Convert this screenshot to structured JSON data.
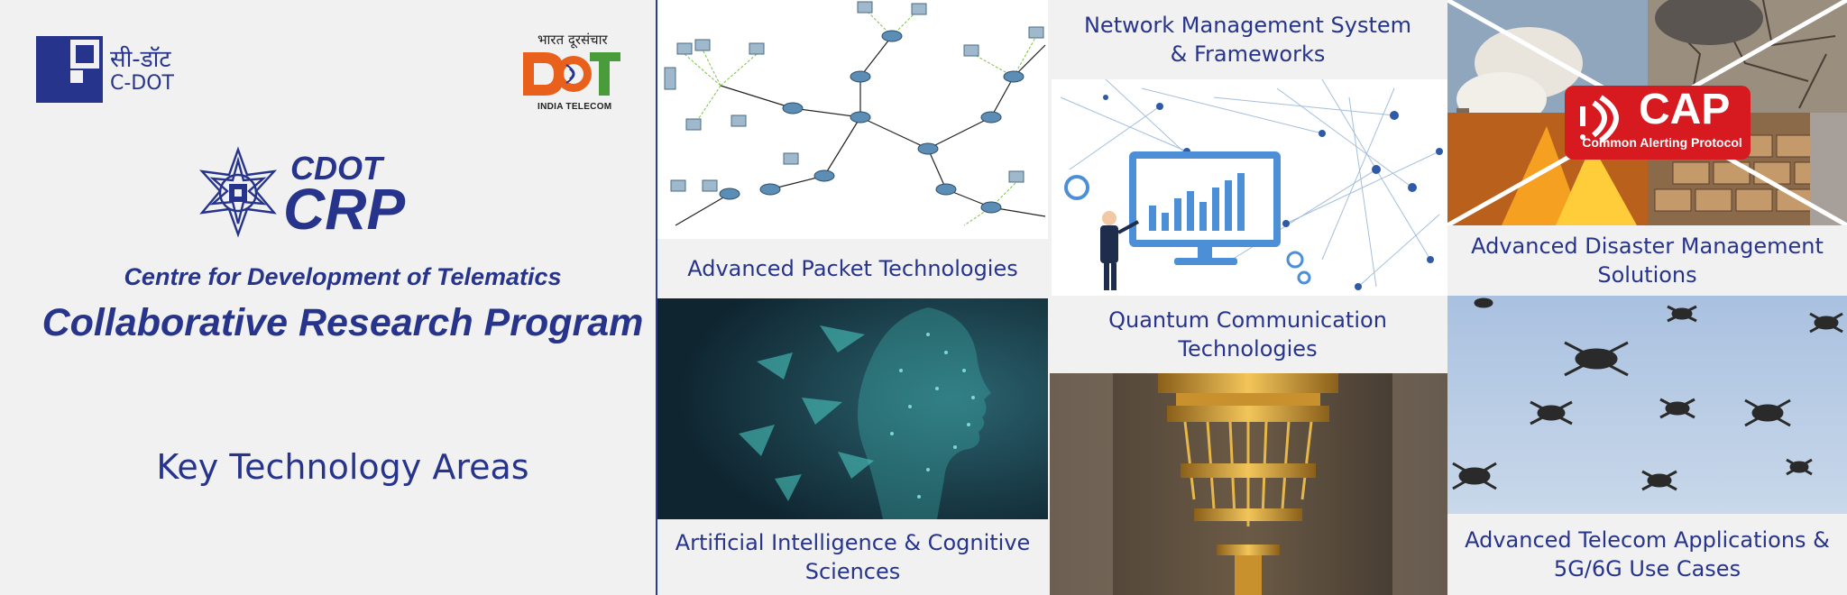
{
  "left": {
    "cdot_hindi": "सी-डॉट",
    "cdot_en": "C-DOT",
    "dot_hindi": "भारत दूरसंचार",
    "dot_india": "INDIA TELECOM",
    "crp_cdot": "CDOT",
    "crp_crp": "CRP",
    "centre_line": "Centre for Development of Telematics",
    "program_line": "Collaborative Research Program",
    "key_areas": "Key Technology Areas"
  },
  "tiles": {
    "packet": "Advanced Packet Technologies",
    "ai_line1": "Artificial Intelligence & Cognitive",
    "ai_line2": "Sciences",
    "nms_line1": "Network Management System",
    "nms_line2": "& Frameworks",
    "quantum_line1": "Quantum Communication",
    "quantum_line2": "Technologies",
    "disaster_line1": "Advanced Disaster Management",
    "disaster_line2": "Solutions",
    "telecom_line1": "Advanced Telecom Applications &",
    "telecom_line2": "5G/6G Use Cases",
    "cap_title": "CAP",
    "cap_subtitle": "Common Alerting Protocol"
  },
  "colors": {
    "brand_blue": "#27348b",
    "dot_orange": "#e8601c",
    "dot_green": "#4a9b3a",
    "cap_red": "#d71920"
  }
}
